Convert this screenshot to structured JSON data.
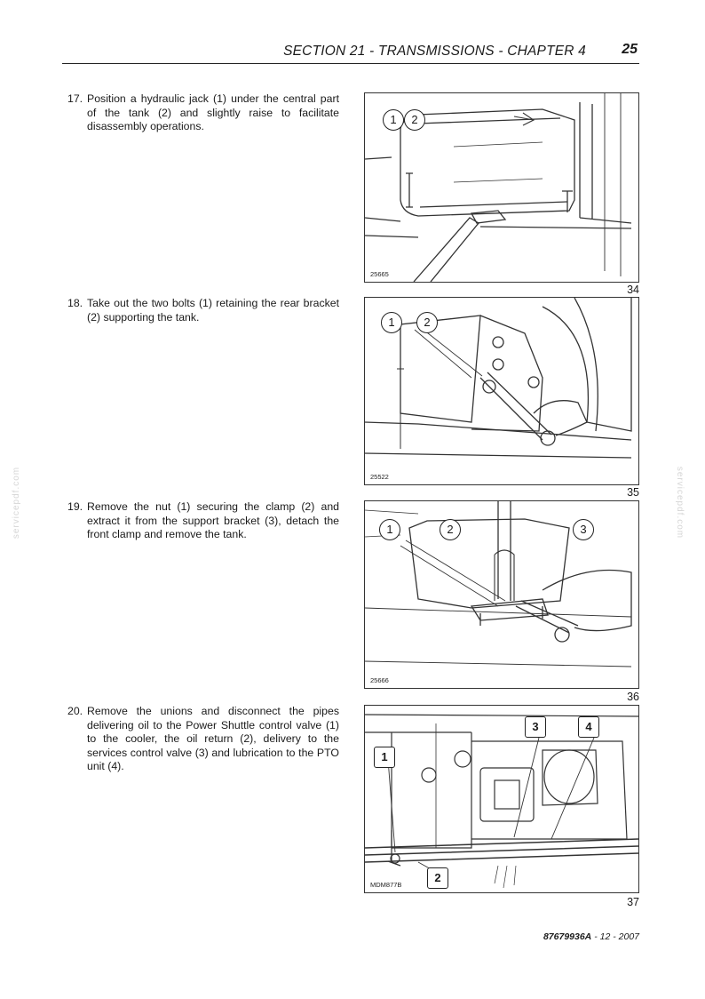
{
  "header": {
    "title": "SECTION 21 - TRANSMISSIONS - CHAPTER 4",
    "page_number": "25"
  },
  "steps": [
    {
      "number": "17.",
      "text": "Position a hydraulic jack (1) under the central part of the tank (2) and slightly raise to facilitate disassembly operations."
    },
    {
      "number": "18.",
      "text": "Take out the two bolts (1) retaining the rear bracket (2) supporting the tank."
    },
    {
      "number": "19.",
      "text": "Remove the nut (1) securing the clamp (2) and extract it from the support bracket (3), detach the front clamp and remove the tank."
    },
    {
      "number": "20.",
      "text": "Remove the unions and disconnect the pipes delivering oil to the Power Shuttle control valve (1) to the cooler, the oil return (2), delivery to the services control valve (3) and lubrication to the PTO unit (4)."
    }
  ],
  "figures": [
    {
      "code": "25665",
      "number": "34",
      "callouts": [
        "1",
        "2"
      ]
    },
    {
      "code": "25522",
      "number": "35",
      "callouts": [
        "1",
        "2"
      ]
    },
    {
      "code": "25666",
      "number": "36",
      "callouts": [
        "1",
        "2",
        "3"
      ]
    },
    {
      "code": "MDM877B",
      "number": "37",
      "callouts": [
        "1",
        "2",
        "3",
        "4"
      ]
    }
  ],
  "watermark": "servicepdf.com",
  "footer": {
    "doc_number": "87679936A",
    "date": "12 - 2007"
  }
}
